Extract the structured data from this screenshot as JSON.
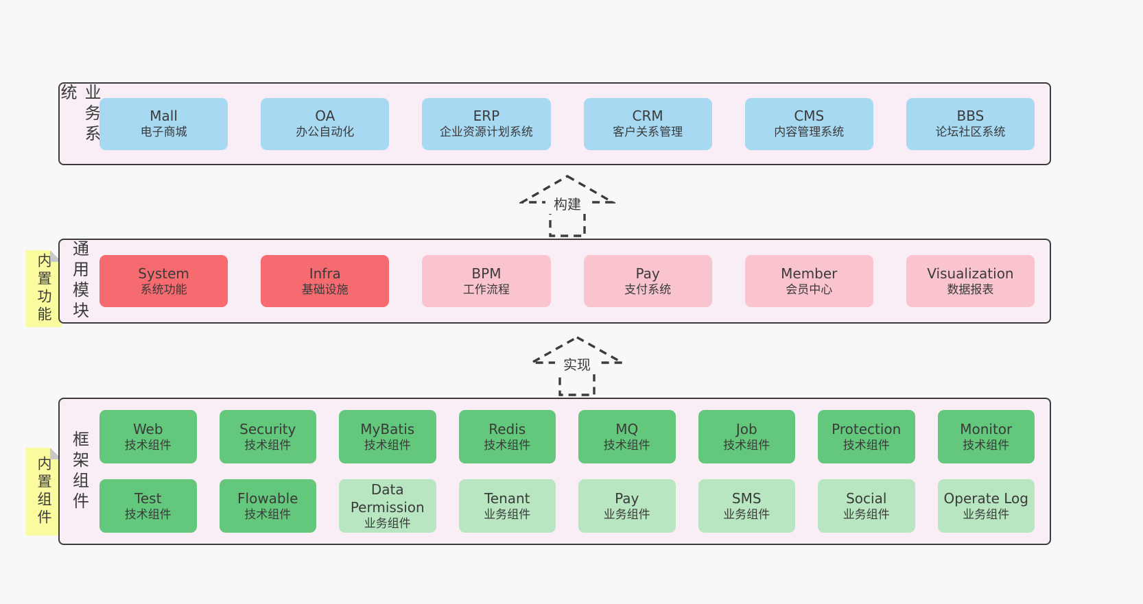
{
  "colors": {
    "page_bg": "#f8f8f8",
    "container_bg": "#f9edf6",
    "container_border": "#3b3b3b",
    "business_box": "#a8d9f2",
    "core_module_box": "#f56b6f",
    "optional_module_box": "#f9c4ce",
    "tech_component_box": "#63c77c",
    "biz_component_box": "#b7e6c1",
    "sticky_note": "#fafa9e",
    "note_fold": "#c8c8c8",
    "text": "#3a3a3a"
  },
  "arrows": [
    {
      "label": "构建"
    },
    {
      "label": "实现"
    }
  ],
  "notes": [
    {
      "label": "内置功能"
    },
    {
      "label": "内置组件"
    }
  ],
  "bands": [
    {
      "label": "业务系统",
      "boxes": [
        {
          "name": "Mall",
          "desc": "电子商城"
        },
        {
          "name": "OA",
          "desc": "办公自动化"
        },
        {
          "name": "ERP",
          "desc": "企业资源计划系统"
        },
        {
          "name": "CRM",
          "desc": "客户关系管理"
        },
        {
          "name": "CMS",
          "desc": "内容管理系统"
        },
        {
          "name": "BBS",
          "desc": "论坛社区系统"
        }
      ]
    },
    {
      "label": "通用模块",
      "boxes": [
        {
          "name": "System",
          "desc": "系统功能"
        },
        {
          "name": "Infra",
          "desc": "基础设施"
        },
        {
          "name": "BPM",
          "desc": "工作流程"
        },
        {
          "name": "Pay",
          "desc": "支付系统"
        },
        {
          "name": "Member",
          "desc": "会员中心"
        },
        {
          "name": "Visualization",
          "desc": "数据报表"
        }
      ]
    },
    {
      "label": "框架组件",
      "rows": [
        [
          {
            "name": "Web",
            "desc": "技术组件"
          },
          {
            "name": "Security",
            "desc": "技术组件"
          },
          {
            "name": "MyBatis",
            "desc": "技术组件"
          },
          {
            "name": "Redis",
            "desc": "技术组件"
          },
          {
            "name": "MQ",
            "desc": "技术组件"
          },
          {
            "name": "Job",
            "desc": "技术组件"
          },
          {
            "name": "Protection",
            "desc": "技术组件"
          },
          {
            "name": "Monitor",
            "desc": "技术组件"
          }
        ],
        [
          {
            "name": "Test",
            "desc": "技术组件"
          },
          {
            "name": "Flowable",
            "desc": "技术组件"
          },
          {
            "name": "Data Permission",
            "desc": "业务组件"
          },
          {
            "name": "Tenant",
            "desc": "业务组件"
          },
          {
            "name": "Pay",
            "desc": "业务组件"
          },
          {
            "name": "SMS",
            "desc": "业务组件"
          },
          {
            "name": "Social",
            "desc": "业务组件"
          },
          {
            "name": "Operate Log",
            "desc": "业务组件"
          }
        ]
      ]
    }
  ]
}
